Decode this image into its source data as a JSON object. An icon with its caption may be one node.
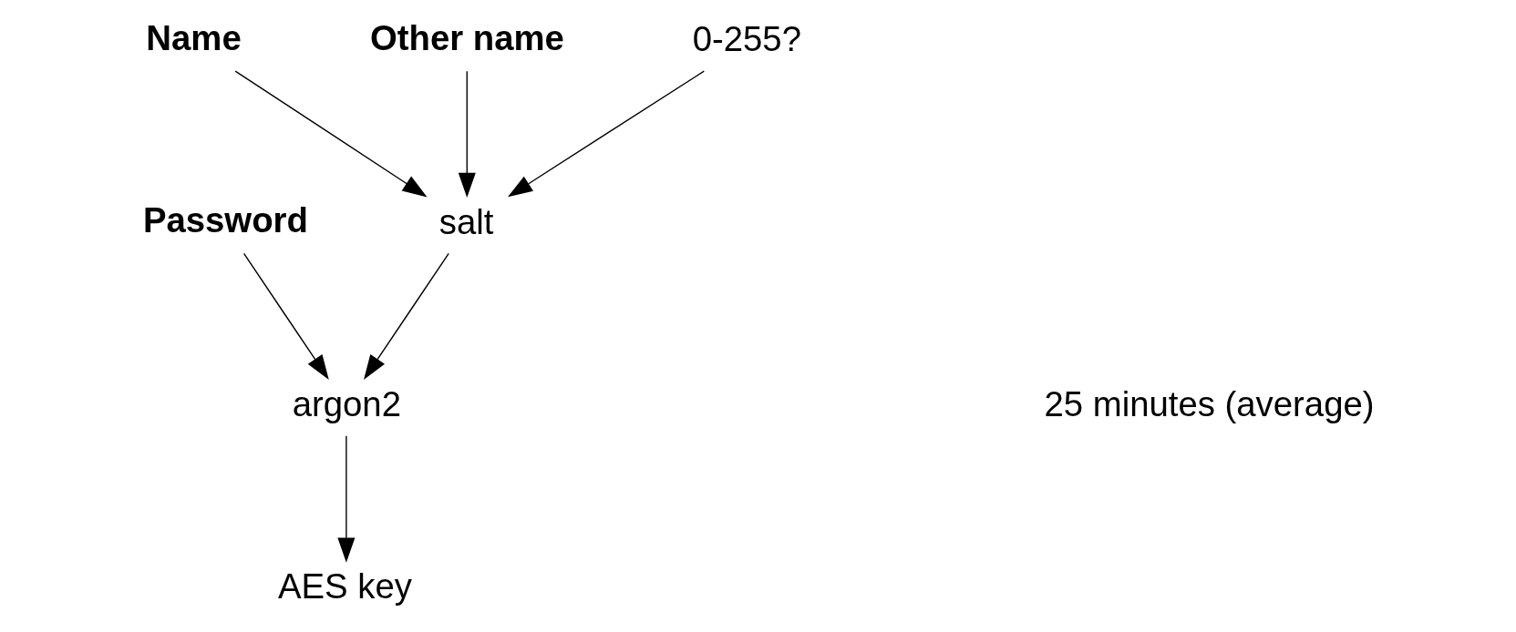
{
  "diagram": {
    "nodes": [
      {
        "text": [
          "Password"
        ]
      },
      {
        "text": [
          "Name"
        ]
      },
      {
        "text": [
          "Other name"
        ]
      },
      {
        "text": [
          "0-255?"
        ]
      },
      {
        "text": [
          "salt"
        ]
      },
      {
        "text": [
          "argon2"
        ]
      },
      {
        "text": [
          "AES key"
        ]
      }
    ],
    "edges": [
      {
        "from": 0,
        "to": 5,
        "arrow": "to"
      },
      {
        "from": 1,
        "to": 4,
        "arrow": "to"
      },
      {
        "from": 2,
        "to": 4,
        "arrow": "to"
      },
      {
        "from": 3,
        "to": 4,
        "arrow": "to"
      },
      {
        "from": 4,
        "to": 5,
        "arrow": "to"
      },
      {
        "from": 5,
        "to": 6,
        "arrow": "to"
      }
    ],
    "labels": [
      "25 minutes (average)"
    ]
  }
}
